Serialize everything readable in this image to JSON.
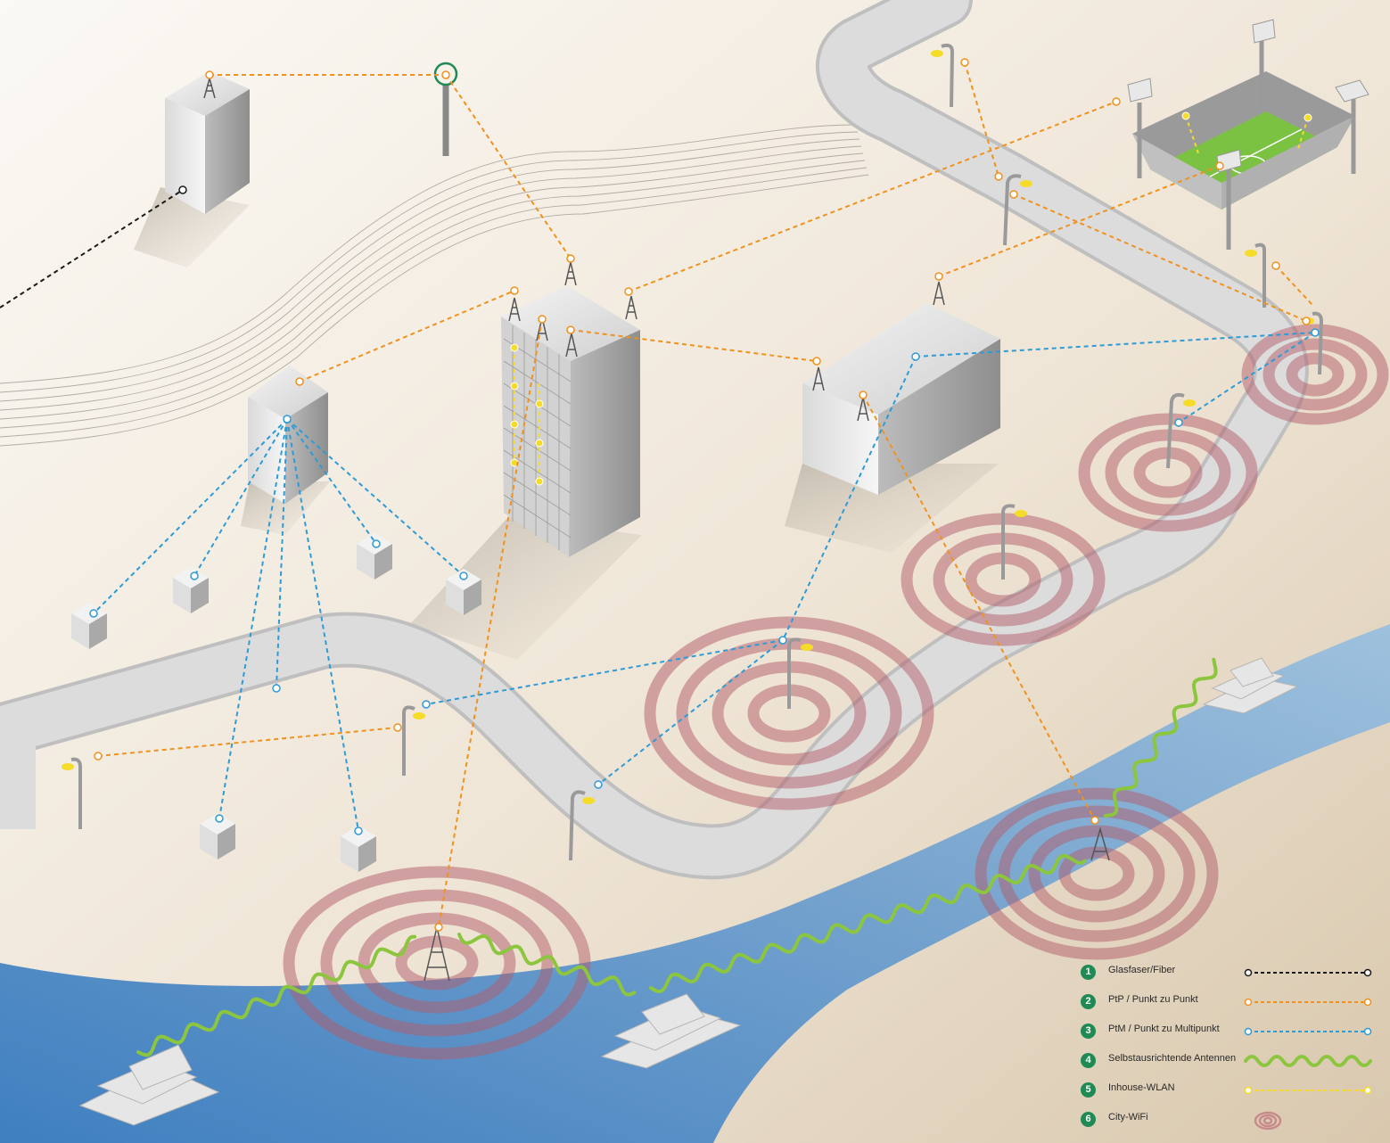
{
  "legend": {
    "items": [
      {
        "num": "1",
        "label": "Glasfaser/Fiber",
        "icon": "fiber-line"
      },
      {
        "num": "2",
        "label": "PtP / Punkt zu Punkt",
        "icon": "ptp-line"
      },
      {
        "num": "3",
        "label": "PtM / Punkt zu Multipunkt",
        "icon": "ptm-line"
      },
      {
        "num": "4",
        "label": "Selbstausrichtende Antennen",
        "icon": "wave-line"
      },
      {
        "num": "5",
        "label": "Inhouse-WLAN",
        "icon": "inhouse-line"
      },
      {
        "num": "6",
        "label": "City-WiFi",
        "icon": "wifi-rings"
      }
    ]
  },
  "colors": {
    "fiber": "#1a1a1a",
    "ptp": "#f0921e",
    "ptm": "#2f9bd6",
    "self_aligning": "#8cc63f",
    "inhouse": "#f5dc2a",
    "city_wifi": "#c0707c",
    "river": "#5f93c6",
    "road": "#d6d6d6",
    "pitch": "#7cc242",
    "building": "#e4e4e4"
  }
}
